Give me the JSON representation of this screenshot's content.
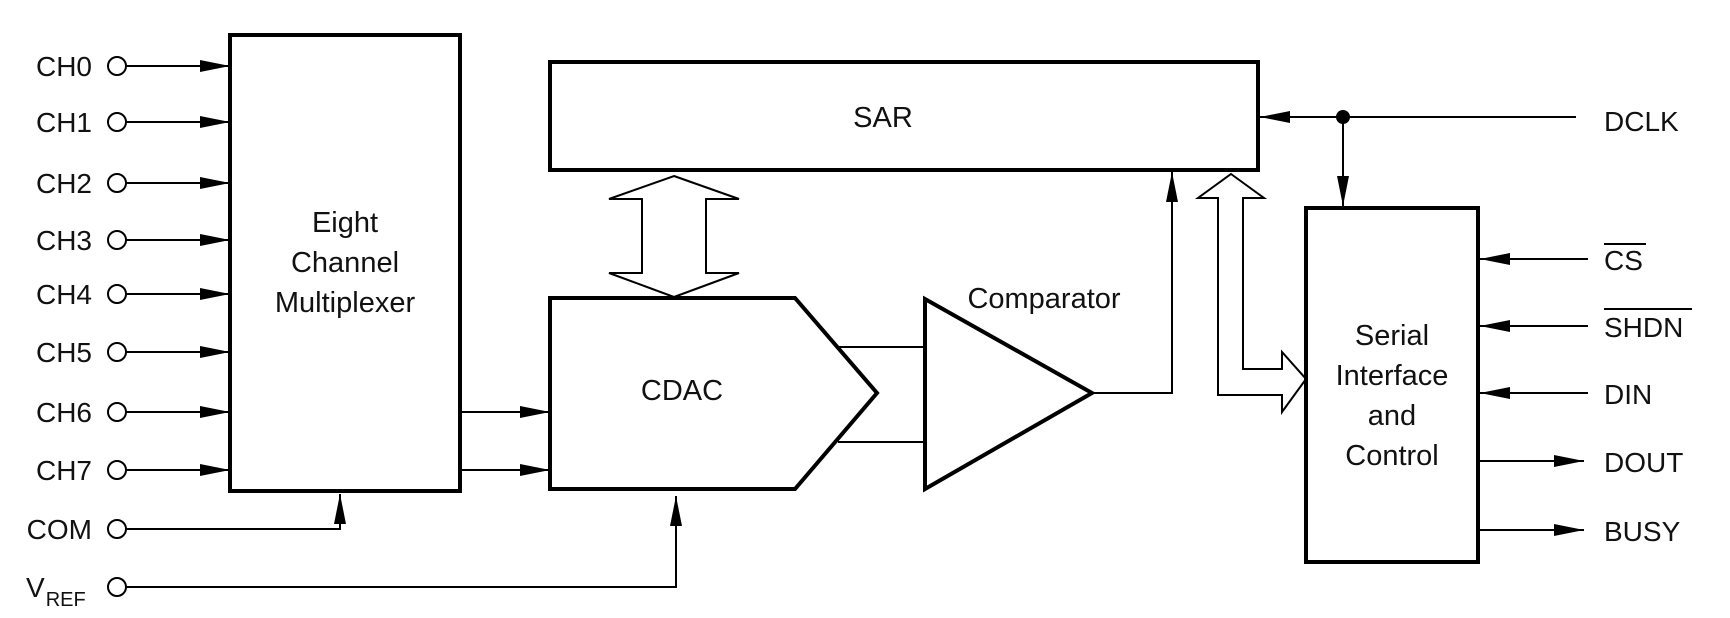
{
  "inputs": {
    "ch0": "CH0",
    "ch1": "CH1",
    "ch2": "CH2",
    "ch3": "CH3",
    "ch4": "CH4",
    "ch5": "CH5",
    "ch6": "CH6",
    "ch7": "CH7",
    "com": "COM",
    "vref_main": "V",
    "vref_sub": "REF"
  },
  "blocks": {
    "mux_line1": "Eight",
    "mux_line2": "Channel",
    "mux_line3": "Multiplexer",
    "sar": "SAR",
    "cdac": "CDAC",
    "comparator": "Comparator",
    "serial_line1": "Serial",
    "serial_line2": "Interface",
    "serial_line3": "and",
    "serial_line4": "Control"
  },
  "outputs": {
    "dclk": "DCLK",
    "cs": "CS",
    "shdn": "SHDN",
    "din": "DIN",
    "dout": "DOUT",
    "busy": "BUSY"
  }
}
